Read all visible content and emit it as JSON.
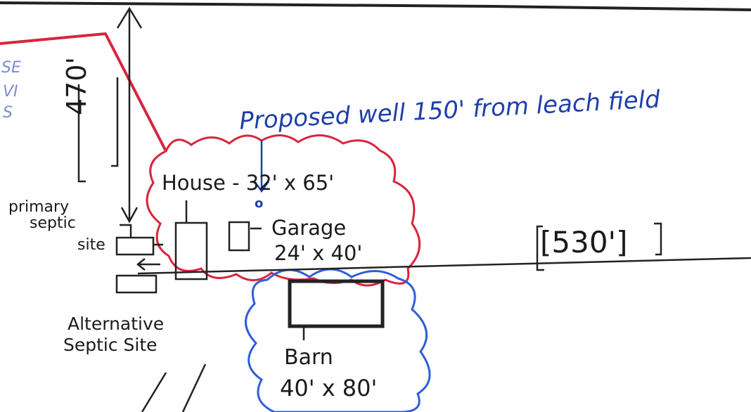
{
  "labels": {
    "well_note": "Proposed well 150' from leach field",
    "well_marker": "o",
    "dim_470": "470'",
    "dim_530": "[530']",
    "house": "House - 32' x 65'",
    "garage_name": "Garage",
    "garage_size": "24' x 40'",
    "primary_septic": [
      "primary",
      "septic",
      "site"
    ],
    "alternative_septic": [
      "Alternative",
      "Septic Site"
    ],
    "barn_name": "Barn",
    "barn_size": "40' x 80'",
    "edge_fragments": [
      "SE",
      "VI",
      "S"
    ]
  },
  "colors": {
    "ink": "#1b1b1b",
    "red_outline": "#d7263d",
    "blue_outline": "#2f5ed8",
    "blue_note": "#1f3fa8",
    "faint_blue": "#7b8bd0"
  }
}
